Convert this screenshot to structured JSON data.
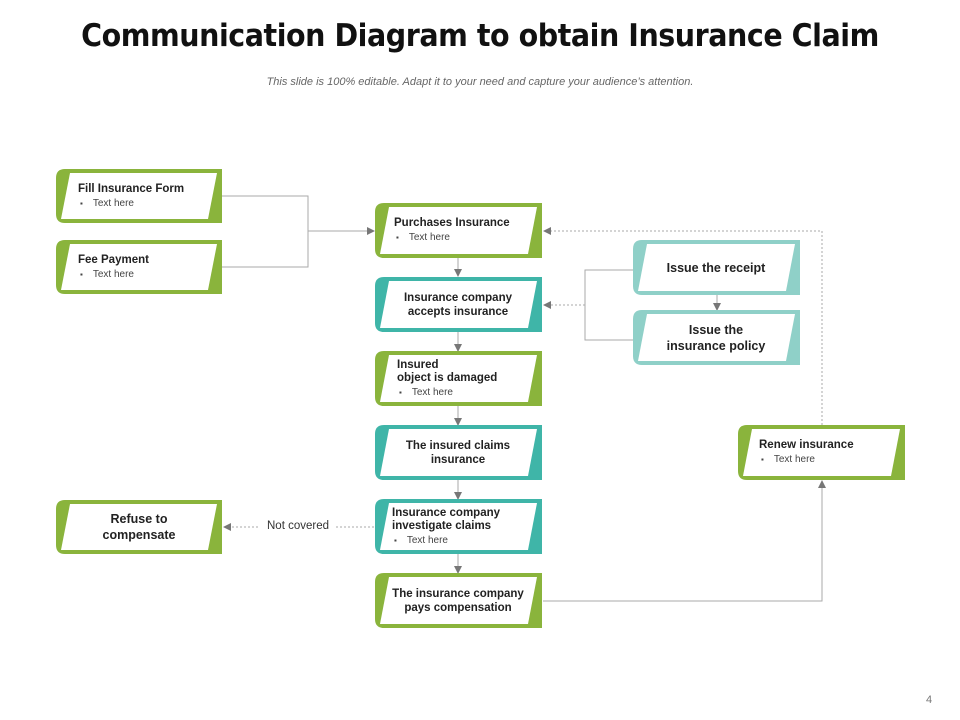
{
  "title": "Communication Diagram to obtain Insurance Claim",
  "subtitle": "This slide is 100% editable. Adapt it to your need and capture your audience’s attention.",
  "colors": {
    "green": "#8ab43c",
    "teal": "#3fb5a8",
    "light_teal": "#8fd0c8"
  },
  "nodes": {
    "fill_form": {
      "label": "Fill  Insurance Form",
      "bullet": "Text here"
    },
    "fee_payment": {
      "label": "Fee Payment",
      "bullet": "Text here"
    },
    "purchases": {
      "label": "Purchases Insurance",
      "bullet": "Text here"
    },
    "accepts": {
      "line1": "Insurance company",
      "line2": "accepts insurance"
    },
    "damaged": {
      "line1": "Insured",
      "line2": "object is damaged",
      "bullet": "Text here"
    },
    "claims": {
      "line1": "The insured claims",
      "line2": "insurance"
    },
    "investigate": {
      "line1": "Insurance company",
      "line2": "investigate claims",
      "bullet": "Text here"
    },
    "pays": {
      "line1": "The insurance company",
      "line2": "pays compensation"
    },
    "receipt": {
      "label": "Issue the receipt"
    },
    "policy": {
      "line1": "Issue the",
      "line2": "insurance policy"
    },
    "renew": {
      "label": "Renew insurance",
      "bullet": "Text here"
    },
    "refuse": {
      "line1": "Refuse to",
      "line2": "compensate"
    }
  },
  "edge_labels": {
    "not_covered": "Not covered"
  },
  "page_number": "4"
}
